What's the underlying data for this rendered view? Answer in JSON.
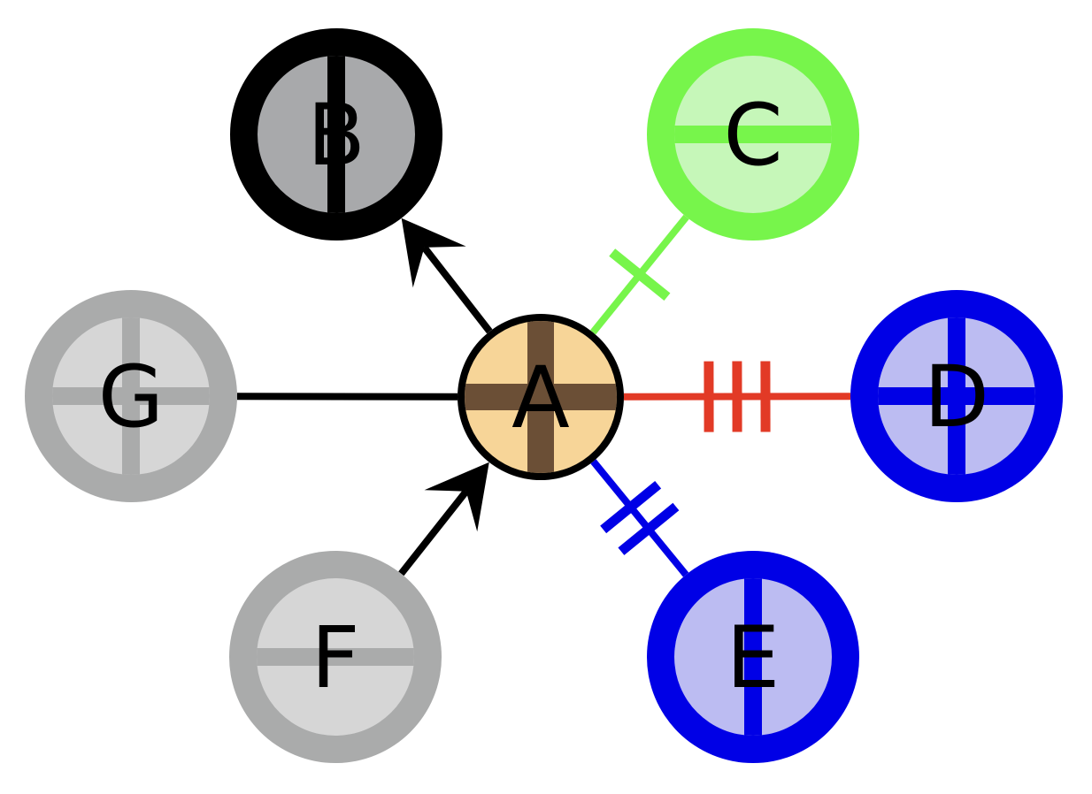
{
  "diagram": {
    "type": "graph",
    "center_node": "A",
    "nodes": [
      {
        "id": "A",
        "label": "A",
        "ring_color": "#000000",
        "fill_color": "#f7d598",
        "bar_color": "#6b4f36",
        "marker": "cross"
      },
      {
        "id": "B",
        "label": "B",
        "ring_color": "#000000",
        "fill_color": "#a8a9ab",
        "bar_color": "#000000",
        "marker": "vertical"
      },
      {
        "id": "C",
        "label": "C",
        "ring_color": "#77f54b",
        "fill_color": "#c6f7b9",
        "bar_color": "#77f54b",
        "marker": "horizontal"
      },
      {
        "id": "D",
        "label": "D",
        "ring_color": "#0000e6",
        "fill_color": "#bcbcf2",
        "bar_color": "#0000e6",
        "marker": "cross"
      },
      {
        "id": "E",
        "label": "E",
        "ring_color": "#0000e6",
        "fill_color": "#bcbcf2",
        "bar_color": "#0000e6",
        "marker": "vertical"
      },
      {
        "id": "F",
        "label": "F",
        "ring_color": "#aaabab",
        "fill_color": "#d6d6d6",
        "bar_color": "#aaabab",
        "marker": "horizontal"
      },
      {
        "id": "G",
        "label": "G",
        "ring_color": "#aaabab",
        "fill_color": "#d6d6d6",
        "bar_color": "#aaabab",
        "marker": "cross"
      }
    ],
    "edges": [
      {
        "from": "A",
        "to": "B",
        "color": "#000000",
        "arrow": "to",
        "ticks": 0
      },
      {
        "from": "A",
        "to": "C",
        "color": "#77f54b",
        "arrow": "none",
        "ticks": 1
      },
      {
        "from": "A",
        "to": "D",
        "color": "#e23a26",
        "arrow": "none",
        "ticks": 3
      },
      {
        "from": "A",
        "to": "E",
        "color": "#0000e6",
        "arrow": "none",
        "ticks": 2
      },
      {
        "from": "F",
        "to": "A",
        "color": "#000000",
        "arrow": "to",
        "ticks": 0
      },
      {
        "from": "A",
        "to": "G",
        "color": "#000000",
        "arrow": "none",
        "ticks": 0
      }
    ]
  }
}
